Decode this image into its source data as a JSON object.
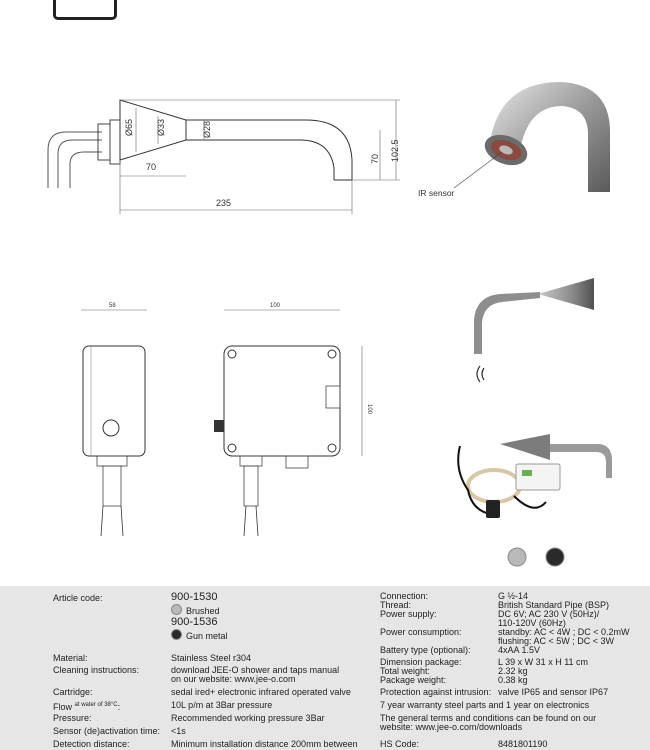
{
  "drawing": {
    "dims": {
      "d65": "Ø65",
      "d33": "Ø33",
      "d28": "Ø28",
      "l70": "70",
      "l235": "235",
      "h70": "70",
      "h1025": "102.5",
      "w58": "58",
      "w100": "100",
      "h100": "100"
    },
    "ir_label": "IR sensor"
  },
  "finishes": {
    "brushed_color": "#b9b9b9",
    "gunmetal_color": "#2a2a2a"
  },
  "specs": {
    "article_code_label": "Article code:",
    "code1": "900-1530",
    "finish1": "Brushed",
    "code2": "900-1536",
    "finish2": "Gun metal",
    "material_label": "Material:",
    "material": "Stainless Steel r304",
    "cleaning_label": "Cleaning instructions:",
    "cleaning_1": "download JEE-O shower and taps manual",
    "cleaning_2": "on our website: www.jee-o.com",
    "cartridge_label": "Cartridge:",
    "cartridge": "sedal ired+ electronic infrared operated valve",
    "flow_label": "Flow",
    "flow_sup": "at water of 38°C",
    "flow": "10L p/m at 3Bar pressure",
    "pressure_label": "Pressure:",
    "pressure": "Recommended working pressure 3Bar",
    "sensor_label": "Sensor (de)activation time:",
    "sensor": "<1s",
    "detection_label": "Detection distance:",
    "detection": "Minimum installation distance 200mm between",
    "connection_label": "Connection:",
    "connection": "G ½-14",
    "thread_label": "Thread:",
    "thread": "British Standard Pipe (BSP)",
    "power_supply_label": "Power supply:",
    "power_supply_1": "DC 6V; AC 230 V (50Hz)/",
    "power_supply_2": "110-120V (60Hz)",
    "power_consumption_label": "Power consumption:",
    "power_consumption_1": "standby: AC < 4W ; DC < 0.2mW",
    "power_consumption_2": "flushing: AC < 5W ; DC < 3W",
    "battery_label": "Battery type (optional):",
    "battery": "4xAA 1.5V",
    "dim_package_label": "Dimension package:",
    "dim_package": "L 39 x W 31 x H 11 cm",
    "total_weight_label": "Total weight:",
    "total_weight": "2.32 kg",
    "package_weight_label": "Package weight:",
    "package_weight": "0.38 kg",
    "intrusion_label": "Protection against intrusion:",
    "intrusion": "valve IP65 and sensor IP67",
    "warranty": "7 year warranty steel parts and 1 year on electronics",
    "terms_1": "The general terms and conditions can be found on our",
    "terms_2": "website: www.jee-o.com/downloads",
    "hs_label": "HS Code:",
    "hs": "8481801190"
  }
}
